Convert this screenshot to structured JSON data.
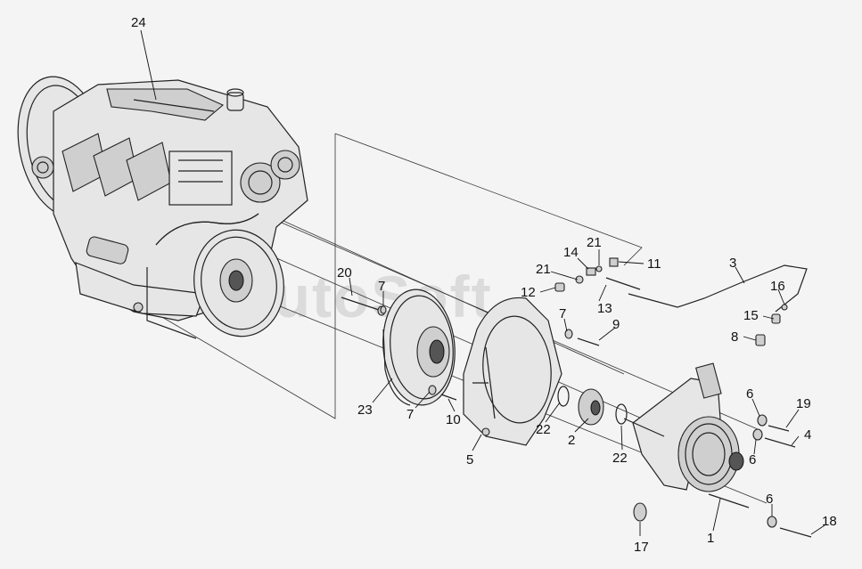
{
  "watermark": "AutoSoft",
  "callouts": [
    {
      "id": "24",
      "text": "24"
    },
    {
      "id": "3",
      "text": "3"
    },
    {
      "id": "14",
      "text": "14"
    },
    {
      "id": "21a",
      "text": "21"
    },
    {
      "id": "11",
      "text": "11"
    },
    {
      "id": "21b",
      "text": "21"
    },
    {
      "id": "16",
      "text": "16"
    },
    {
      "id": "20",
      "text": "20"
    },
    {
      "id": "7a",
      "text": "7"
    },
    {
      "id": "12",
      "text": "12"
    },
    {
      "id": "13",
      "text": "13"
    },
    {
      "id": "15",
      "text": "15"
    },
    {
      "id": "7b",
      "text": "7"
    },
    {
      "id": "9",
      "text": "9"
    },
    {
      "id": "8",
      "text": "8"
    },
    {
      "id": "6a",
      "text": "6"
    },
    {
      "id": "19",
      "text": "19"
    },
    {
      "id": "23",
      "text": "23"
    },
    {
      "id": "7c",
      "text": "7"
    },
    {
      "id": "10",
      "text": "10"
    },
    {
      "id": "22a",
      "text": "22"
    },
    {
      "id": "2",
      "text": "2"
    },
    {
      "id": "4",
      "text": "4"
    },
    {
      "id": "6b",
      "text": "6"
    },
    {
      "id": "5",
      "text": "5"
    },
    {
      "id": "22b",
      "text": "22"
    },
    {
      "id": "6c",
      "text": "6"
    },
    {
      "id": "18",
      "text": "18"
    },
    {
      "id": "17",
      "text": "17"
    },
    {
      "id": "1",
      "text": "1"
    }
  ]
}
